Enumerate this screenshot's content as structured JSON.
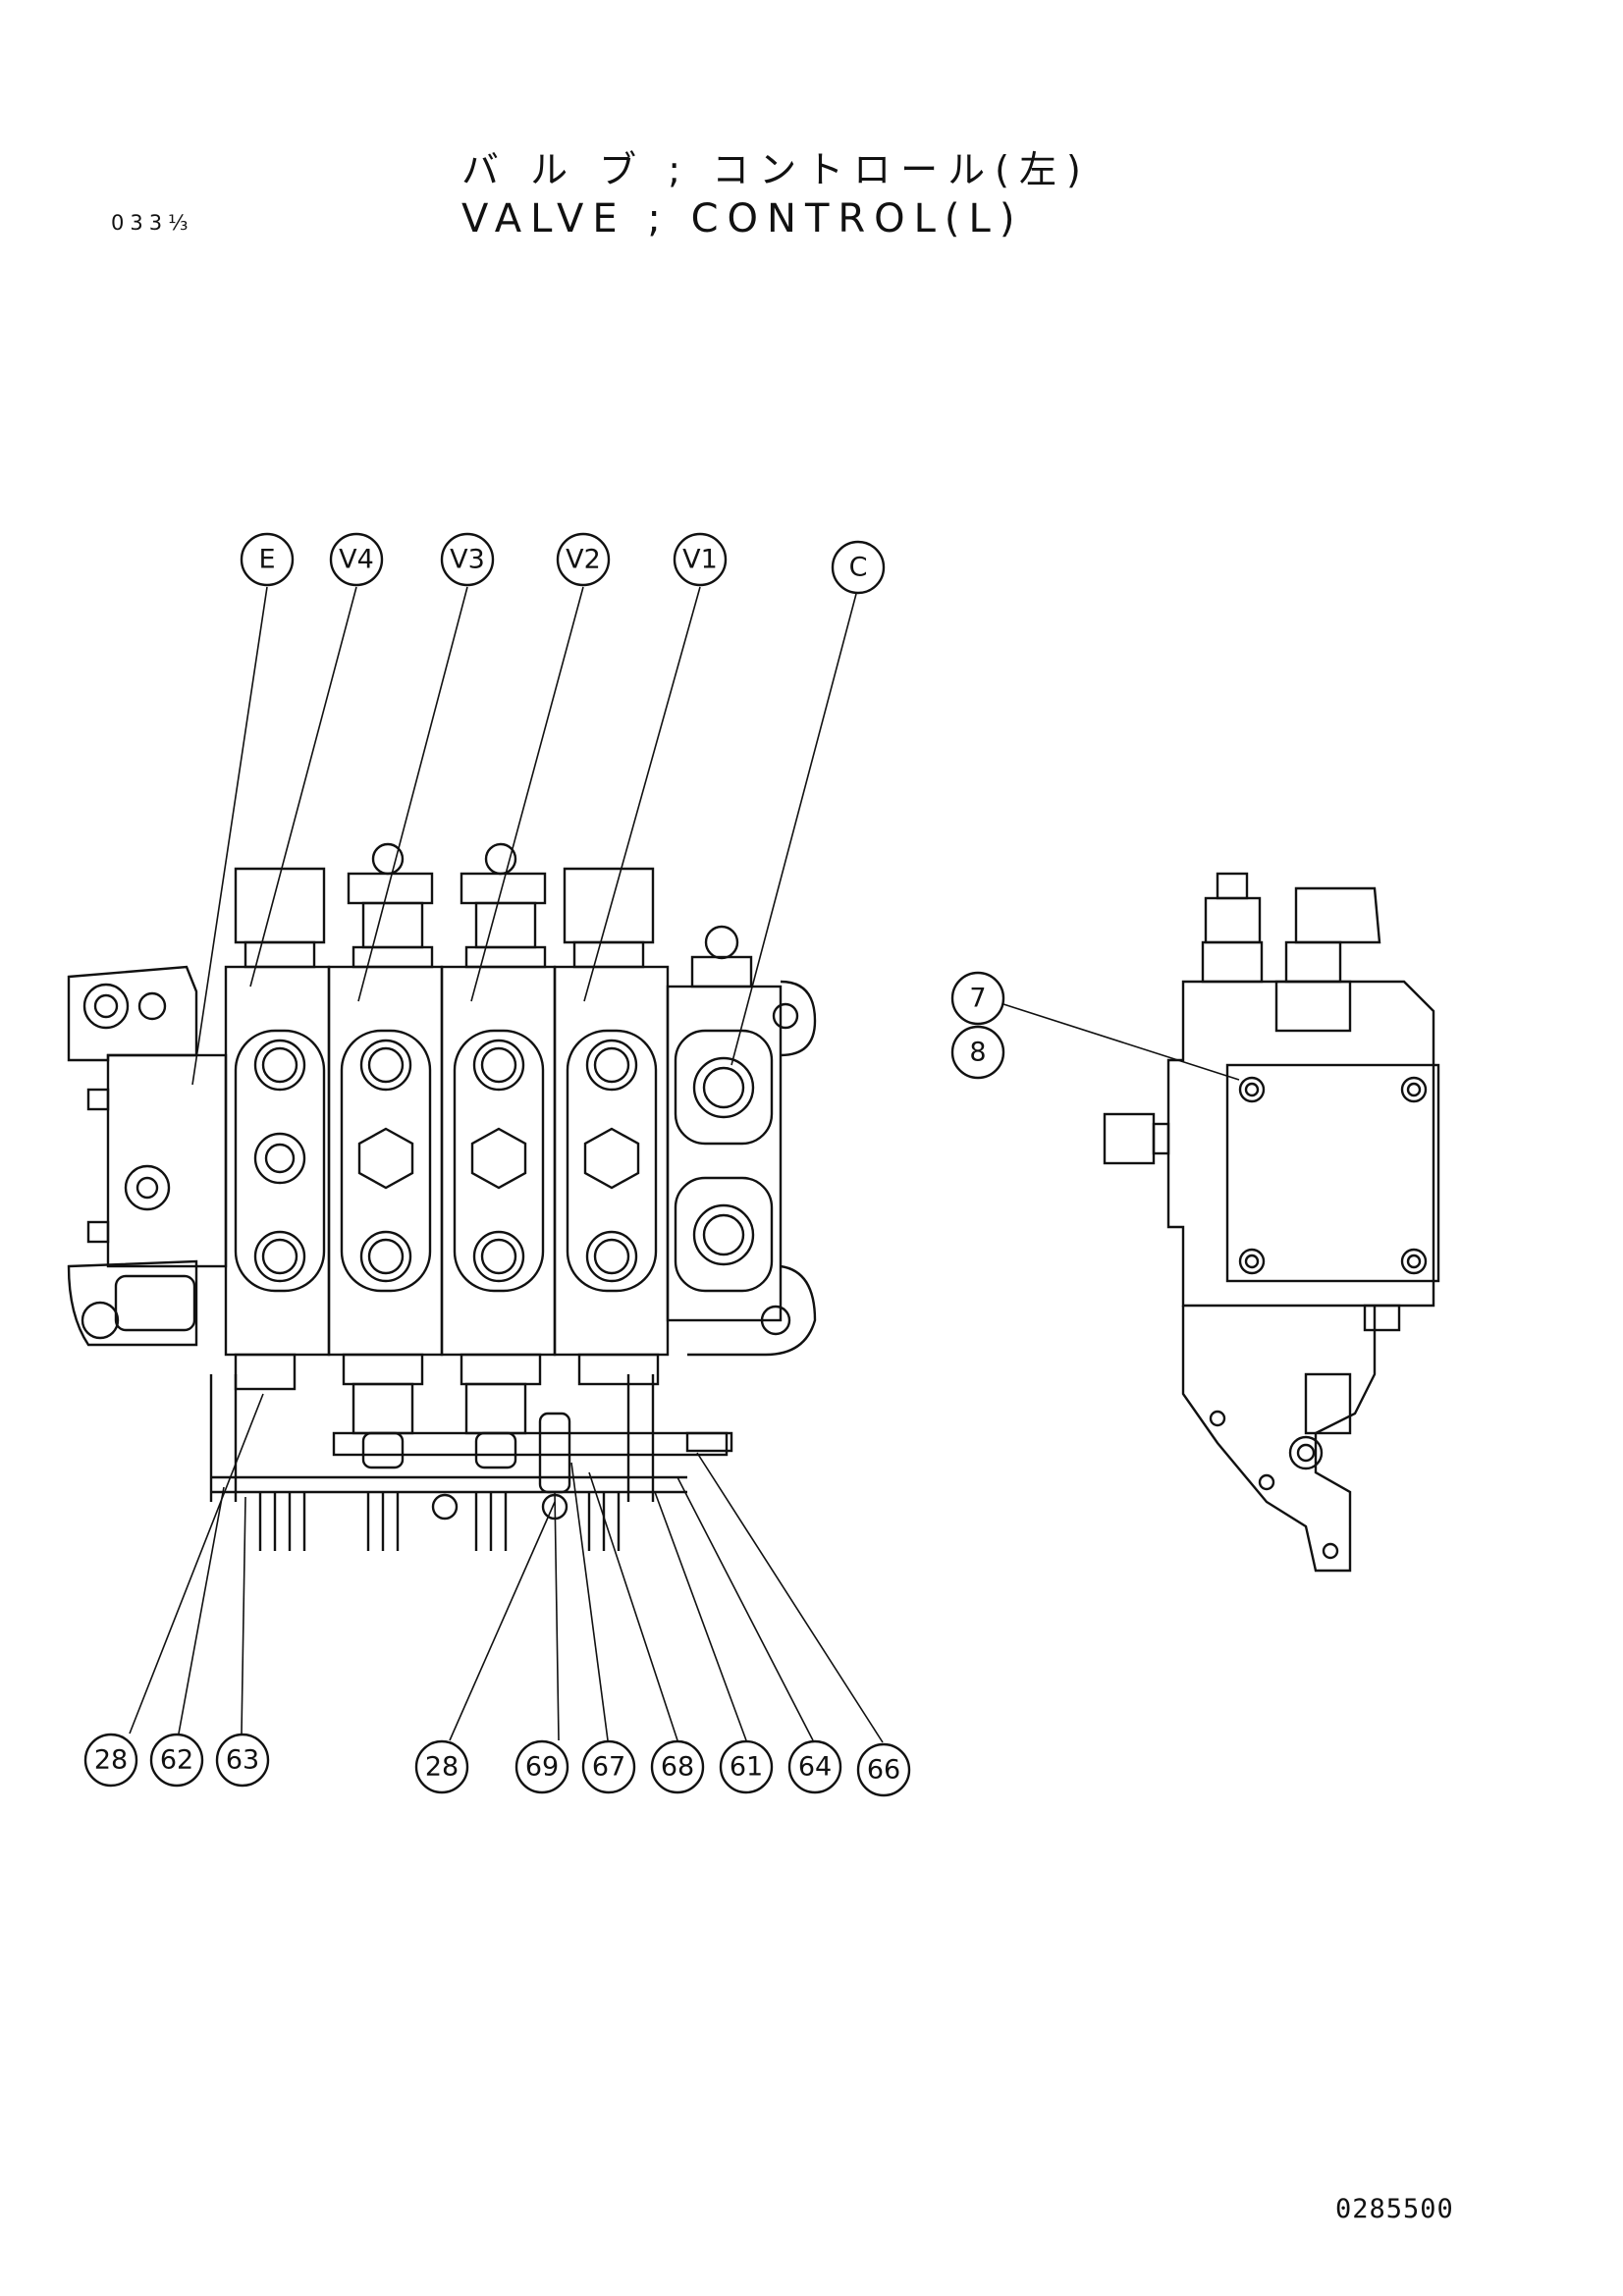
{
  "header": {
    "title_jp": "バ ル ブ ; コントロール(左)",
    "title_en": "VALVE ; CONTROL(L)",
    "page_code": "033⅓"
  },
  "footer": {
    "doc_number": "0285500"
  },
  "callouts": {
    "top": [
      "E",
      "V4",
      "V3",
      "V2",
      "V1",
      "C"
    ],
    "side": [
      "7",
      "8"
    ],
    "bottom_left": [
      "28",
      "62",
      "63"
    ],
    "bottom_right": [
      "28",
      "69",
      "67",
      "68",
      "61",
      "64",
      "66"
    ]
  }
}
